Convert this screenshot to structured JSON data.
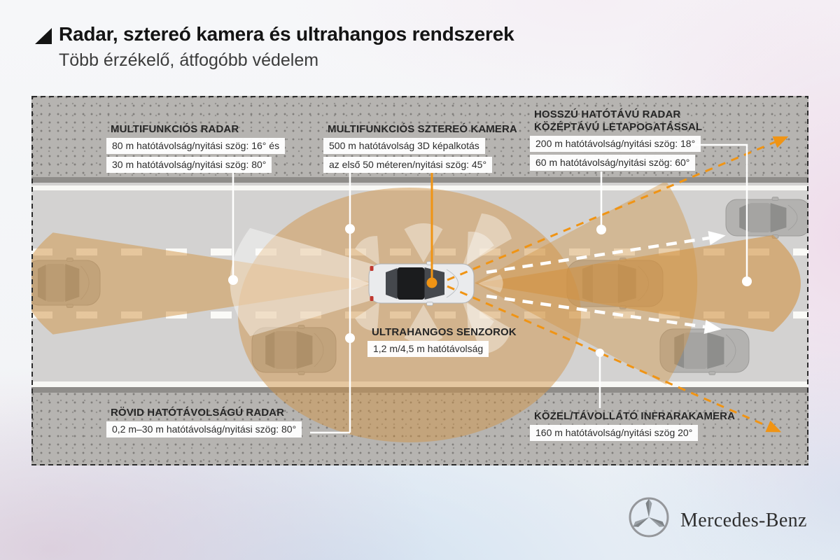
{
  "header": {
    "title": "Radar, sztereó kamera és ultrahangos rendszerek",
    "subtitle": "Több érzékelő, átfogóbb védelem"
  },
  "diagram": {
    "sensors": [
      {
        "id": "multifunction-radar",
        "title": "MULTIFUNKCIÓS RADAR",
        "lines": [
          "80 m hatótávolság/nyitási szög: 16° és",
          "30 m hatótávolság/nyitási szög: 80°"
        ]
      },
      {
        "id": "stereo-camera",
        "title": "MULTIFUNKCIÓS SZTEREÓ KAMERA",
        "lines": [
          "500 m hatótávolság 3D képalkotás",
          "az első 50 méteren/nyitási szög: 45°"
        ]
      },
      {
        "id": "long-range-radar",
        "title_lines": [
          "HOSSZÚ HATÓTÁVÚ RADAR",
          "KÖZÉPTÁVÚ LETAPOGATÁSSAL"
        ],
        "lines": [
          "200 m hatótávolság/nyitási szög: 18°",
          "60 m hatótávolság/nyitási szög: 60°"
        ]
      },
      {
        "id": "ultrasonic-sensors",
        "title": "ULTRAHANGOS SENZOROK",
        "lines": [
          "1,2 m/4,5 m hatótávolság"
        ]
      },
      {
        "id": "short-range-radar",
        "title": "RÖVID HATÓTÁVOLSÁGÚ RADAR",
        "lines": [
          "0,2 m–30 m hatótávolság/nyitási szög: 80°"
        ]
      },
      {
        "id": "infrared-camera",
        "title": "KÖZEL/TÁVOLLÁTÓ INFRARAKAMERA",
        "lines": [
          "160 m hatótávolság/nyitási szög 20°"
        ]
      }
    ]
  },
  "branding": {
    "wordmark": "Mercedes-Benz"
  },
  "colors": {
    "sensor_cone": "#d29343",
    "accent_orange": "#f09414",
    "road": "#d3d2d1",
    "shoulder": "#b6b4b1",
    "callout_white": "#ffffff"
  }
}
